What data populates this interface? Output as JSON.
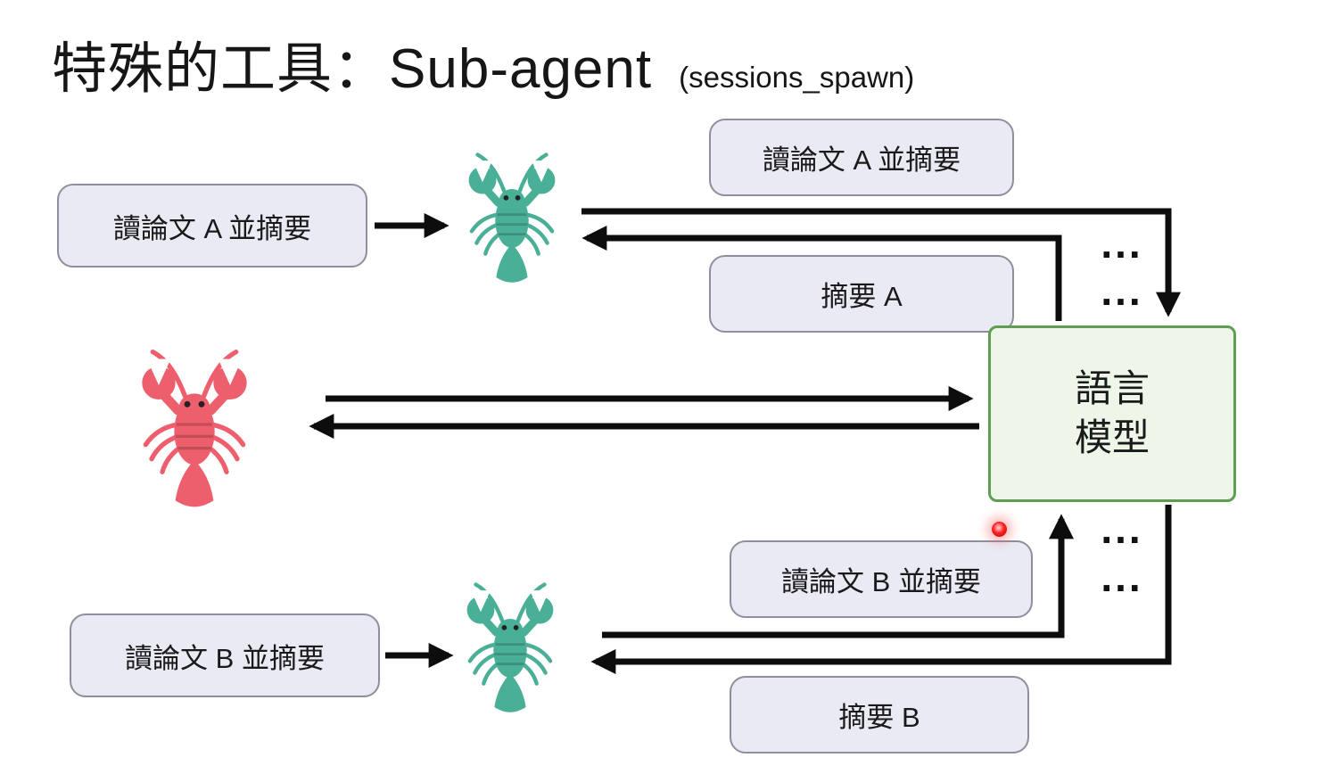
{
  "slide": {
    "title": "特殊的工具：Sub-agent",
    "subtitle": "(sessions_spawn)"
  },
  "llm": {
    "label_line1": "語言",
    "label_line2": "模型"
  },
  "sub_agent_a": {
    "prompt": "讀論文 A 並摘要",
    "context_message": "讀論文 A 並摘要",
    "result": "摘要 A"
  },
  "sub_agent_b": {
    "prompt": "讀論文 B 並摘要",
    "context_message": "讀論文 B 並摘要",
    "result": "摘要 B"
  },
  "ellipsis": "...",
  "icons": {
    "main_agent": "red-lobster-icon",
    "sub_agent_a": "green-lobster-icon",
    "sub_agent_b": "green-lobster-icon",
    "pointer": "laser-pointer-dot"
  },
  "colors": {
    "text": "#1a1a1a",
    "box_fill": "#e9eaf4",
    "box_border": "#8e8e9e",
    "llm_fill": "#eef6ea",
    "llm_border": "#5f9e50",
    "arrow": "#0d0d0d",
    "lobster_red": "#ee5f6d",
    "lobster_green": "#4aaf97",
    "laser": "#ff1f1f"
  }
}
